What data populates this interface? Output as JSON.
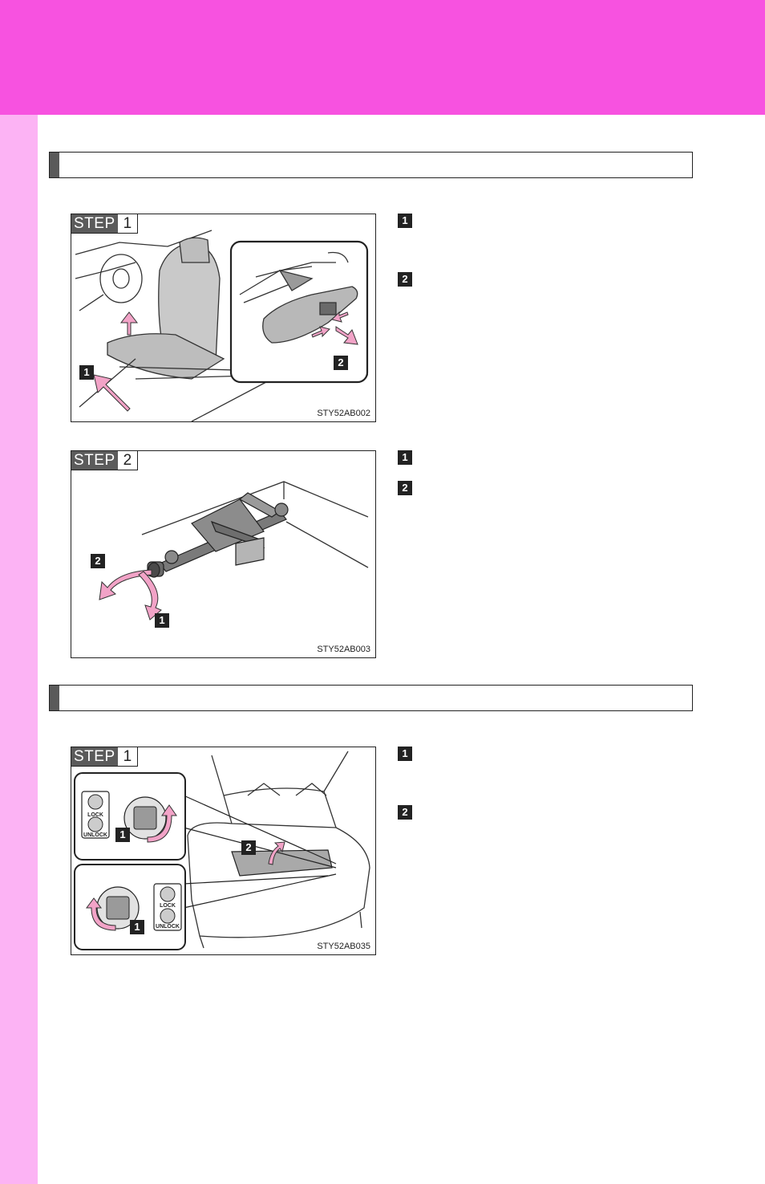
{
  "figures": {
    "fig1": {
      "step_word": "STEP",
      "step_number": "1",
      "code": "STY52AB002",
      "callouts": [
        "1",
        "2"
      ]
    },
    "fig2": {
      "step_word": "STEP",
      "step_number": "2",
      "code": "STY52AB003",
      "callouts": [
        "2",
        "1"
      ]
    },
    "fig3": {
      "step_word": "STEP",
      "step_number": "1",
      "code": "STY52AB035",
      "callouts": [
        "1",
        "2",
        "1"
      ],
      "lock_label": "LOCK",
      "unlock_label": "UNLOCK"
    }
  },
  "steps": {
    "group1": [
      "1",
      "2"
    ],
    "group2": [
      "1",
      "2"
    ],
    "group3": [
      "1",
      "2"
    ]
  },
  "colors": {
    "header_band": "#f752e0",
    "side_strip": "#fcb3f4",
    "arrow_pink": "#f2a3c7"
  }
}
